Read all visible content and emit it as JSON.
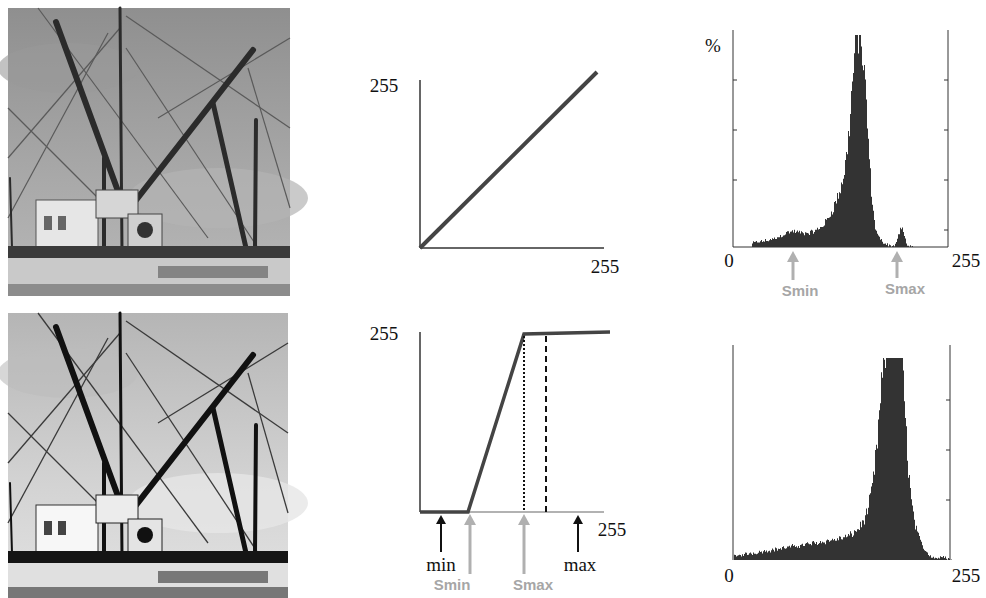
{
  "diagram": {
    "labels": [
      "255",
      "255",
      "%",
      "0",
      "255",
      "Smin",
      "Smax",
      "255",
      "255",
      "min",
      "max",
      "Smin",
      "Smax",
      "0",
      "255"
    ]
  }
}
